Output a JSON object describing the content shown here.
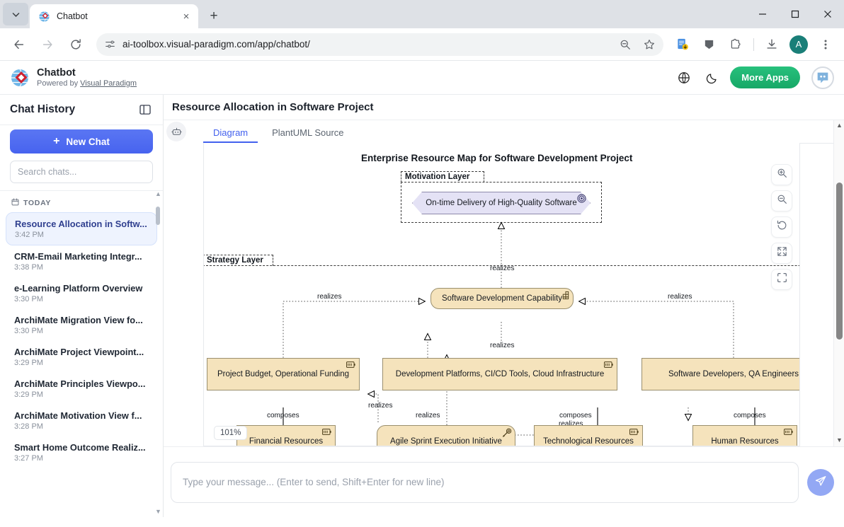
{
  "browser": {
    "tab": {
      "title": "Chatbot",
      "favicon": "visual-paradigm-globe-icon",
      "close": "×"
    },
    "new_tab": "+",
    "tab_list_icon": "chevron-down-icon",
    "window_controls": {
      "minimize": "–",
      "maximize": "□",
      "close": "✕"
    },
    "nav": {
      "back": "←",
      "forward": "→",
      "reload": "↻"
    },
    "omnibox": {
      "url": "ai-toolbox.visual-paradigm.com/app/chatbot/",
      "site_settings_icon": "tune-icon",
      "zoom_icon": "zoom-out-icon",
      "bookmark_icon": "star-icon"
    },
    "toolbar_icons": [
      "page-save-icon",
      "cast-icon",
      "extensions-icon",
      "download-icon"
    ],
    "profile_initial": "A",
    "menu_icon": "kebab-menu-icon"
  },
  "app_header": {
    "title": "Chatbot",
    "subtitle_prefix": "Powered by ",
    "subtitle_link": "Visual Paradigm",
    "language_icon": "globe-icon",
    "theme_icon": "moon-icon",
    "more_apps_label": "More Apps",
    "avatar_icon": "chatbot-avatar-icon"
  },
  "sidebar": {
    "title": "Chat History",
    "collapse_icon": "panel-toggle-icon",
    "new_chat_label": "New Chat",
    "new_chat_icon": "plus-icon",
    "search_placeholder": "Search chats...",
    "search_value": "",
    "group_label": "TODAY",
    "group_icon": "calendar-icon",
    "items": [
      {
        "title": "Resource Allocation in Softw...",
        "time": "3:42 PM",
        "active": true
      },
      {
        "title": "CRM-Email Marketing Integr...",
        "time": "3:38 PM",
        "active": false
      },
      {
        "title": "e-Learning Platform Overview",
        "time": "3:30 PM",
        "active": false
      },
      {
        "title": "ArchiMate Migration View fo...",
        "time": "3:30 PM",
        "active": false
      },
      {
        "title": "ArchiMate Project Viewpoint...",
        "time": "3:29 PM",
        "active": false
      },
      {
        "title": "ArchiMate Principles Viewpo...",
        "time": "3:29 PM",
        "active": false
      },
      {
        "title": "ArchiMate Motivation View f...",
        "time": "3:28 PM",
        "active": false
      },
      {
        "title": "Smart Home Outcome Realiz...",
        "time": "3:27 PM",
        "active": false
      }
    ]
  },
  "main": {
    "page_title": "Resource Allocation in Software Project",
    "float_button_icon": "robot-icon",
    "tabs": [
      {
        "label": "Diagram",
        "active": true
      },
      {
        "label": "PlantUML Source",
        "active": false
      }
    ],
    "diagram_tools": [
      {
        "icon": "zoom-in-icon",
        "name": "zoom-in-button"
      },
      {
        "icon": "zoom-out-icon",
        "name": "zoom-out-button"
      },
      {
        "icon": "reset-icon",
        "name": "reset-zoom-button"
      },
      {
        "icon": "fullscreen-icon",
        "name": "fullscreen-button"
      },
      {
        "icon": "fit-screen-icon",
        "name": "fit-to-screen-button"
      }
    ],
    "zoom_level": "101%"
  },
  "composer": {
    "placeholder": "Type your message... (Enter to send, Shift+Enter for new line)",
    "value": "",
    "send_icon": "send-paper-plane-icon"
  },
  "chart_data": {
    "type": "diagram",
    "notation": "ArchiMate",
    "title": "Enterprise Resource Map for Software Development Project",
    "groups": [
      {
        "id": "motivation",
        "label": "Motivation Layer"
      },
      {
        "id": "strategy",
        "label": "Strategy Layer"
      }
    ],
    "nodes": [
      {
        "id": "goal",
        "label": "On-time Delivery of High-Quality Software",
        "type": "goal",
        "layer": "motivation",
        "icon": "goal-target-icon",
        "fill": "#e4e2f5"
      },
      {
        "id": "cap",
        "label": "Software Development Capability",
        "type": "capability",
        "layer": "strategy",
        "icon": "capability-icon",
        "fill": "#f5e3bc"
      },
      {
        "id": "budget",
        "label": "Project Budget, Operational Funding",
        "type": "resource",
        "layer": "strategy",
        "icon": "resource-icon",
        "fill": "#f5e3bc"
      },
      {
        "id": "platforms",
        "label": "Development Platforms, CI/CD Tools, Cloud Infrastructure",
        "type": "resource",
        "layer": "strategy",
        "icon": "resource-icon",
        "fill": "#f5e3bc"
      },
      {
        "id": "people",
        "label": "Software Developers, QA Engineers",
        "type": "resource",
        "layer": "strategy",
        "icon": "resource-icon",
        "fill": "#f5e3bc"
      },
      {
        "id": "financial",
        "label": "Financial Resources",
        "type": "resource",
        "layer": "strategy",
        "icon": "resource-icon",
        "fill": "#f5e3bc"
      },
      {
        "id": "agile",
        "label": "Agile Sprint Execution Initiative",
        "type": "course-of-action",
        "layer": "strategy",
        "icon": "course-of-action-icon",
        "fill": "#f5e3bc"
      },
      {
        "id": "tech",
        "label": "Technological Resources",
        "type": "resource",
        "layer": "strategy",
        "icon": "resource-icon",
        "fill": "#f5e3bc"
      },
      {
        "id": "human",
        "label": "Human Resources",
        "type": "resource",
        "layer": "strategy",
        "icon": "resource-icon",
        "fill": "#f5e3bc"
      }
    ],
    "edges": [
      {
        "from": "cap",
        "to": "goal",
        "label": "realizes",
        "style": "realization"
      },
      {
        "from": "budget",
        "to": "cap",
        "label": "realizes",
        "style": "realization"
      },
      {
        "from": "people",
        "to": "cap",
        "label": "realizes",
        "style": "realization"
      },
      {
        "from": "agile",
        "to": "cap",
        "label": "realizes",
        "style": "realization"
      },
      {
        "from": "platforms",
        "to": "budget",
        "label": "realizes",
        "style": "realization"
      },
      {
        "from": "platforms",
        "to": "cap",
        "label": "realizes",
        "style": "realization"
      },
      {
        "from": "agile",
        "to": "tech",
        "label": "realizes",
        "style": "realization"
      },
      {
        "from": "budget",
        "to": "financial",
        "label": "composes",
        "style": "composition"
      },
      {
        "from": "platforms",
        "to": "tech",
        "label": "composes",
        "style": "composition"
      },
      {
        "from": "people",
        "to": "human",
        "label": "composes",
        "style": "composition"
      }
    ],
    "edge_labels": [
      "realizes",
      "realizes",
      "realizes",
      "realizes",
      "realizes",
      "realizes",
      "realizes",
      "composes",
      "composes",
      "composes"
    ]
  }
}
